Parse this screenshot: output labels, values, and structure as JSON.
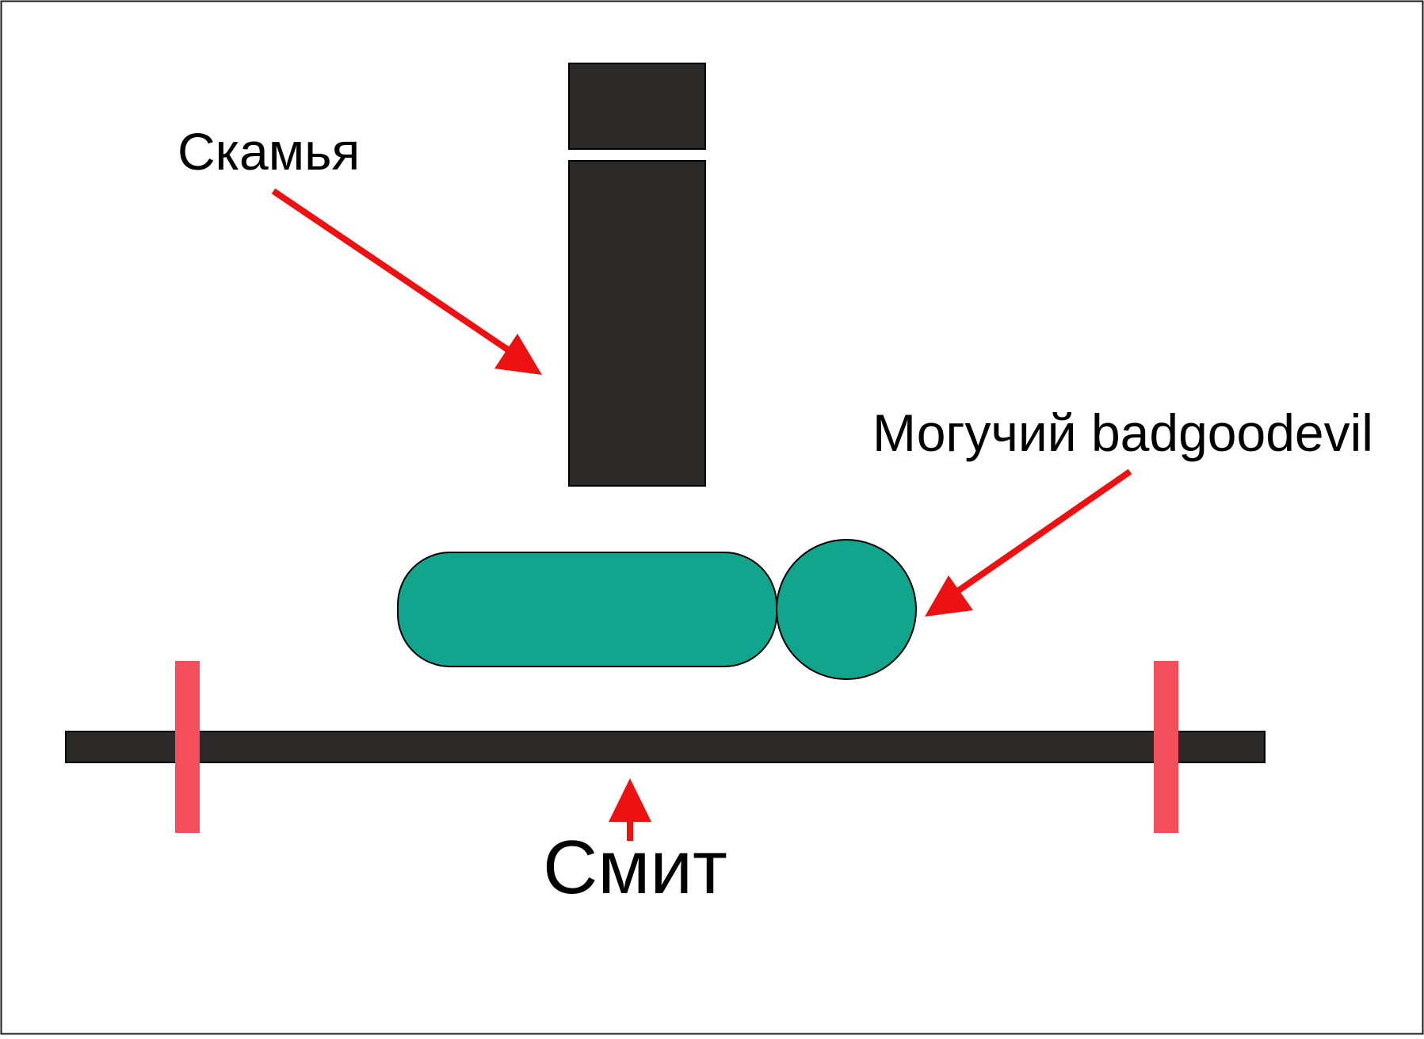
{
  "labels": {
    "bench": "Скамья",
    "person": "Могучий badgoodevil",
    "smith": "Смит"
  },
  "colors": {
    "frame": "#1a1a1a",
    "dark_block": "#2b2a29",
    "body": "#12a58e",
    "arrow": "#ee1111",
    "plate": "#f24e5b"
  }
}
